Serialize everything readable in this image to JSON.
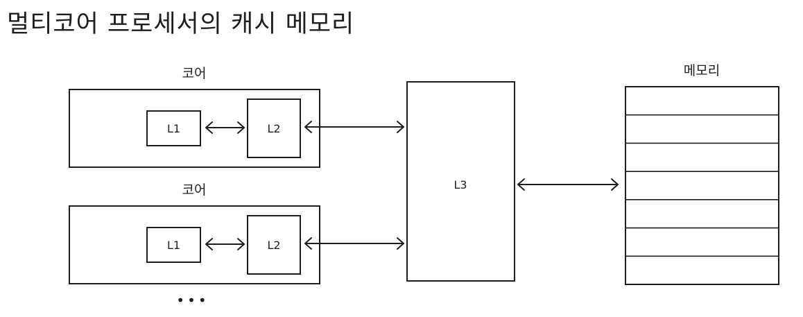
{
  "title": "멀티코어 프로세서의 캐시 메모리",
  "cores": [
    {
      "label": "코어",
      "l1": "L1",
      "l2": "L2"
    },
    {
      "label": "코어",
      "l1": "L1",
      "l2": "L2"
    }
  ],
  "more_indicator": "•••",
  "l3_label": "L3",
  "memory": {
    "label": "메모리",
    "row_count": 7
  },
  "colors": {
    "stroke": "#1e1e1e",
    "background": "#ffffff"
  }
}
